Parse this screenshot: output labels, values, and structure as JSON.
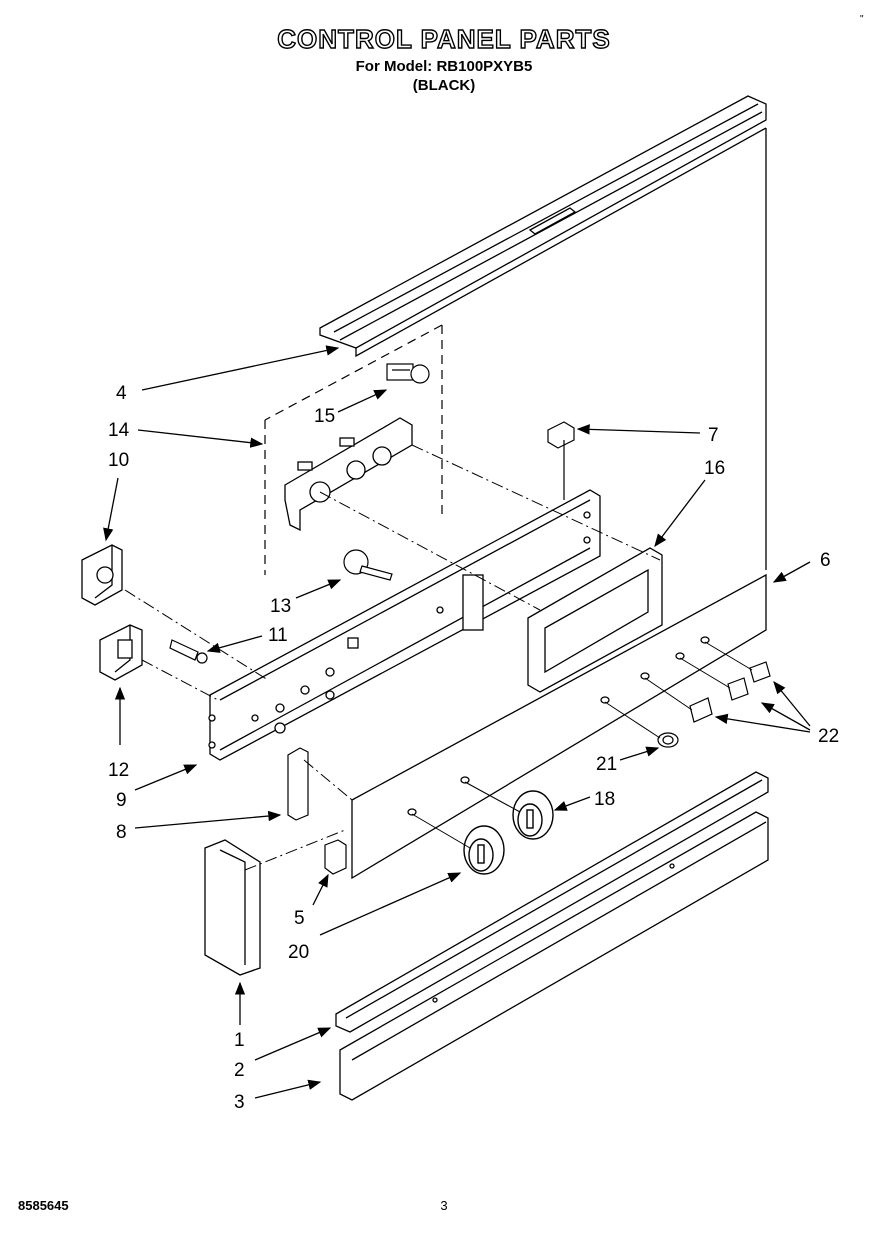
{
  "header": {
    "title": "CONTROL PANEL PARTS",
    "model_line": "For Model: RB100PXYB5",
    "color_line": "(BLACK)",
    "corner_mark": "\""
  },
  "footer": {
    "doc_code": "8585645",
    "page_number": "3"
  },
  "callouts": {
    "c1": "1",
    "c2": "2",
    "c3": "3",
    "c4": "4",
    "c5": "5",
    "c6": "6",
    "c7": "7",
    "c8": "8",
    "c9": "9",
    "c10": "10",
    "c11": "11",
    "c12": "12",
    "c13": "13",
    "c14": "14",
    "c15": "15",
    "c16": "16",
    "c18": "18",
    "c20": "20",
    "c21": "21",
    "c22": "22"
  }
}
